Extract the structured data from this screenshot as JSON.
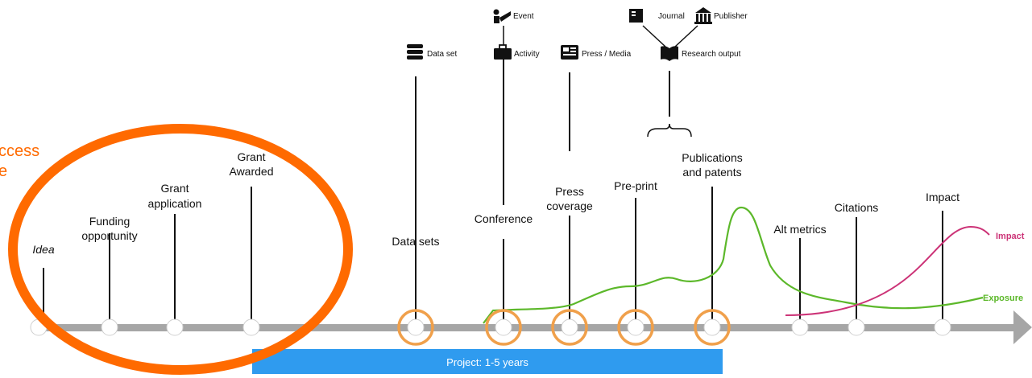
{
  "side_text": {
    "line1": "ccess",
    "line2": "e"
  },
  "milestones": [
    {
      "id": "idea",
      "lines": [
        "Idea"
      ]
    },
    {
      "id": "funding",
      "lines": [
        "Funding",
        "opportunity"
      ]
    },
    {
      "id": "grant-app",
      "lines": [
        "Grant",
        "application"
      ]
    },
    {
      "id": "grant-awarded",
      "lines": [
        "Grant",
        "Awarded"
      ]
    },
    {
      "id": "data-sets",
      "lines": [
        "Data sets"
      ]
    },
    {
      "id": "conference",
      "lines": [
        "Conference"
      ]
    },
    {
      "id": "press",
      "lines": [
        "Press",
        "coverage"
      ]
    },
    {
      "id": "preprint",
      "lines": [
        "Pre-print"
      ]
    },
    {
      "id": "publications",
      "lines": [
        "Publications",
        "and patents"
      ]
    },
    {
      "id": "altmetrics",
      "lines": [
        "Alt metrics"
      ]
    },
    {
      "id": "citations",
      "lines": [
        "Citations"
      ]
    },
    {
      "id": "impact",
      "lines": [
        "Impact"
      ]
    }
  ],
  "entities": {
    "dataset": "Data set",
    "event": "Event",
    "activity": "Activity",
    "press_media": "Press / Media",
    "journal": "Journal",
    "publisher": "Publisher",
    "research_output": "Research output"
  },
  "project_bar": {
    "label": "Project: 1-5 years"
  },
  "curves": {
    "impact_label": "Impact",
    "exposure_label": "Exposure"
  },
  "colors": {
    "orange": "#ff6a00",
    "ring_orange": "#f0a04b",
    "project_blue": "#2f9bef",
    "impact_curve": "#cc3377",
    "exposure_curve": "#5cb82a",
    "axis_gray": "#a6a6a6"
  },
  "icons": {
    "dataset": "database-icon",
    "event": "presenter-icon",
    "activity": "briefcase-icon",
    "press_media": "newspaper-icon",
    "journal": "journal-icon",
    "publisher": "building-icon",
    "research_output": "book-icon"
  }
}
